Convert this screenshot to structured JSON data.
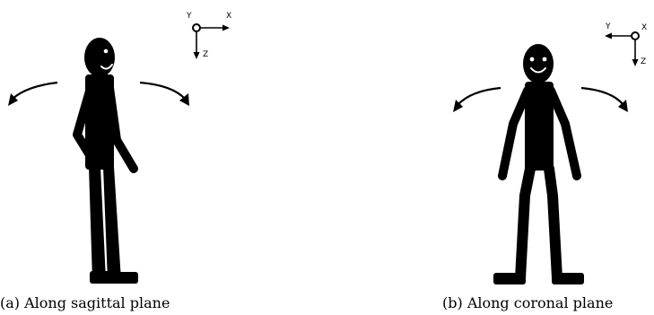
{
  "figures": [
    {
      "id": "a",
      "caption": "(a)  Along sagittal plane",
      "axes": {
        "origin_label": "Y",
        "horizontal_label": "X",
        "vertical_label": "Z",
        "horizontal_direction": "right"
      }
    },
    {
      "id": "b",
      "caption": "(b)  Along coronal plane",
      "axes": {
        "origin_label": "X",
        "horizontal_label": "Y",
        "vertical_label": "Z",
        "horizontal_direction": "left"
      }
    }
  ],
  "colors": {
    "figure": "#000000",
    "background": "#ffffff"
  }
}
